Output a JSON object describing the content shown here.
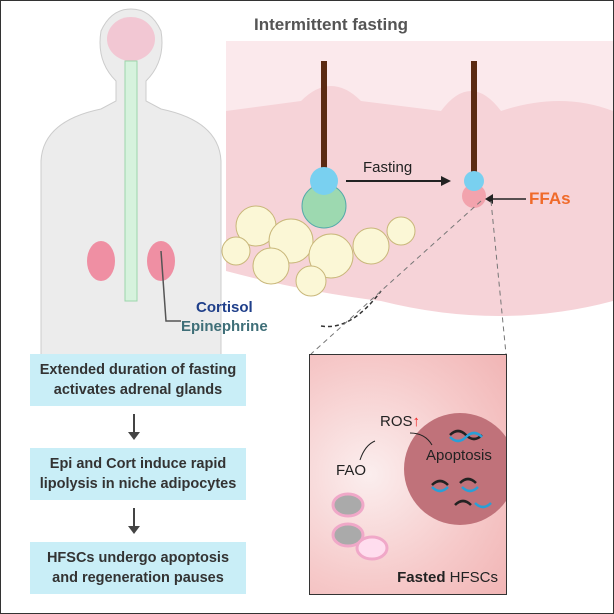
{
  "title": "Intermittent fasting",
  "labels": {
    "fasting": "Fasting",
    "ffas": "FFAs",
    "cortisol": "Cortisol",
    "epinephrine": "Epinephrine"
  },
  "steps": [
    {
      "line1": "Extended duration of fasting",
      "line2": "activates adrenal glands"
    },
    {
      "line1": "Epi and Cort induce rapid",
      "line2": "lipolysis in niche adipocytes"
    },
    {
      "line1": "HFSCs undergo apoptosis",
      "line2": "and regeneration pauses"
    }
  ],
  "inset": {
    "ros": "ROS",
    "fao": "FAO",
    "apoptosis": "Apoptosis",
    "caption_bold": "Fasted",
    "caption_rest": " HFSCs"
  },
  "colors": {
    "box": "#c9eef7",
    "ffas": "#f06a2a",
    "cortisol": "#1f3f8a",
    "epinephrine": "#3f6f78",
    "skin": "#f6d3d8",
    "nucleus": "#c0727a"
  }
}
